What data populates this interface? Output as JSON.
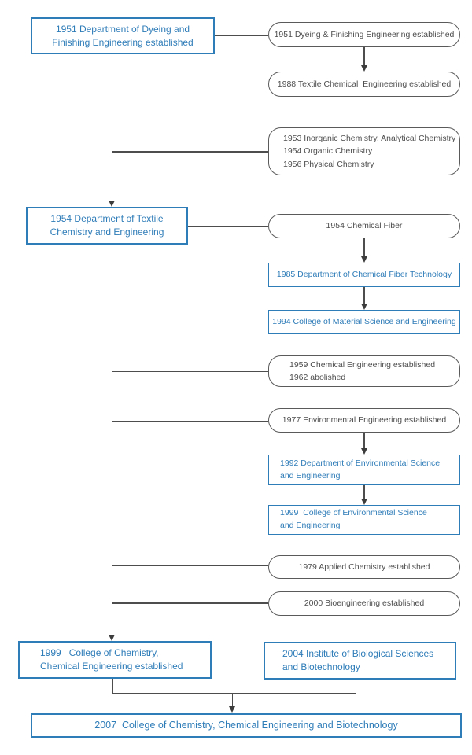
{
  "diagram": {
    "kind": "department-history-flowchart",
    "background_color": "#ffffff",
    "accent_blue": "#2e7cb8",
    "line_gray": "#4d4d4d",
    "gray_text": "#4d4d4d"
  },
  "nodes": {
    "dyeing_1951": "1951 Department of Dyeing and\nFinishing Engineering established",
    "pill_dyeing_1951": "1951 Dyeing & Finishing Engineering established",
    "pill_textile_1988": "1988 Textile Chemical  Engineering established",
    "pill_chemistry_1953": "1953 Inorganic Chemistry, Analytical Chemistry\n1954 Organic Chemistry\n1956 Physical Chemistry",
    "textile_1954": "1954 Department of Textile\nChemistry and Engineering",
    "pill_fiber_1954": "1954 Chemical Fiber",
    "fiber_tech_1985": "1985 Department of Chemical Fiber Technology",
    "material_1994": "1994 College of Material Science and Engineering",
    "pill_chem_eng_1959": "1959 Chemical Engineering established\n1962 abolished",
    "pill_env_1977": "1977 Environmental Engineering established",
    "env_sci_1992": "1992 Department of Environmental Science\nand Engineering",
    "env_college_1999": "1999  College of Environmental Science\nand Engineering",
    "pill_applied_1979": "1979 Applied Chemistry established",
    "pill_bio_2000": "2000 Bioengineering established",
    "chem_college_1999": "1999   College of Chemistry,\nChemical Engineering established",
    "biotech_2004": "2004 Institute of Biological Sciences\nand Biotechnology",
    "college_2007": "2007  College of Chemistry, Chemical Engineering and Biotechnology"
  }
}
